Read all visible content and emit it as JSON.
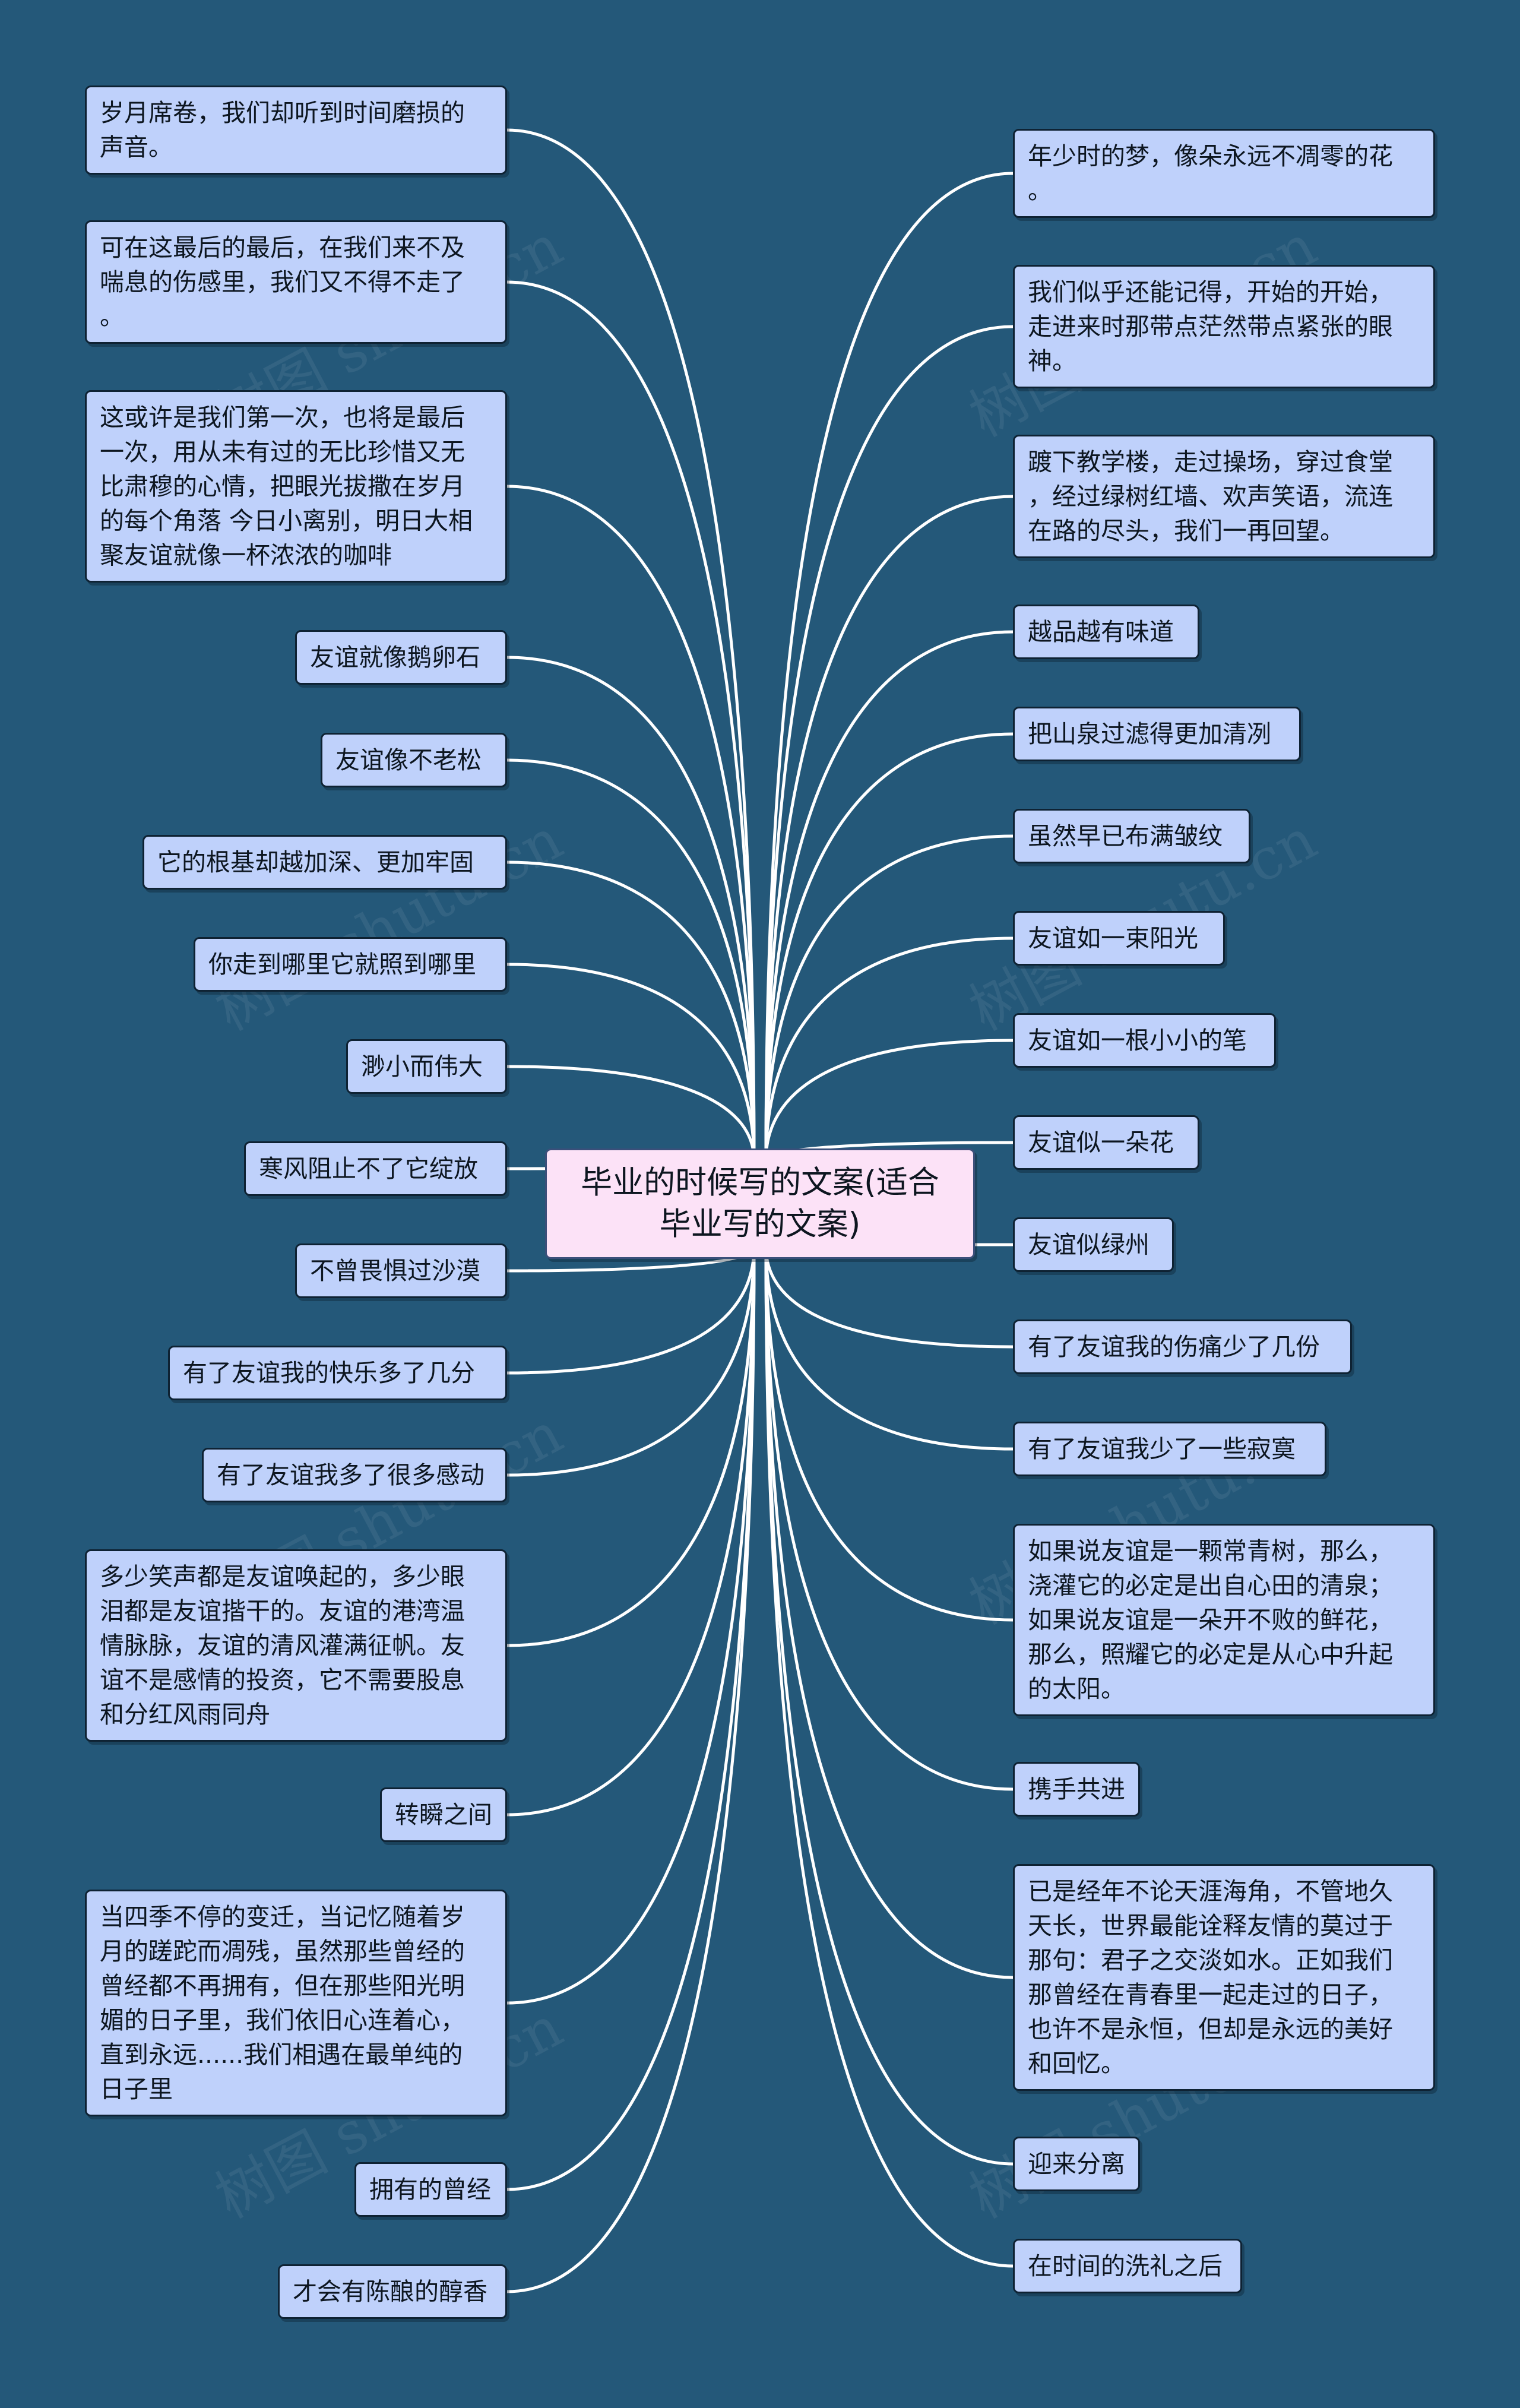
{
  "center": {
    "lines": [
      "毕业的时候写的文案(适合",
      "毕业写的文案)"
    ]
  },
  "left": [
    {
      "lines": [
        "岁月席卷，我们却听到时间磨损的",
        "声音。"
      ]
    },
    {
      "lines": [
        "可在这最后的最后，在我们来不及",
        "喘息的伤感里，我们又不得不走了",
        "。"
      ]
    },
    {
      "lines": [
        "这或许是我们第一次，也将是最后",
        "一次，用从未有过的无比珍惜又无",
        "比肃穆的心情，把眼光拔撒在岁月",
        "的每个角落 今日小离别，明日大相",
        "聚友谊就像一杯浓浓的咖啡"
      ]
    },
    {
      "lines": [
        "友谊就像鹅卵石"
      ]
    },
    {
      "lines": [
        "友谊像不老松"
      ]
    },
    {
      "lines": [
        "它的根基却越加深、更加牢固"
      ]
    },
    {
      "lines": [
        "你走到哪里它就照到哪里"
      ]
    },
    {
      "lines": [
        "渺小而伟大"
      ]
    },
    {
      "lines": [
        "寒风阻止不了它绽放"
      ]
    },
    {
      "lines": [
        "不曾畏惧过沙漠"
      ]
    },
    {
      "lines": [
        "有了友谊我的快乐多了几分"
      ]
    },
    {
      "lines": [
        "有了友谊我多了很多感动"
      ]
    },
    {
      "lines": [
        "多少笑声都是友谊唤起的，多少眼",
        "泪都是友谊揩干的。友谊的港湾温",
        "情脉脉，友谊的清风灌满征帆。友",
        "谊不是感情的投资，它不需要股息",
        "和分红风雨同舟"
      ]
    },
    {
      "lines": [
        "转瞬之间"
      ]
    },
    {
      "lines": [
        "当四季不停的变迁，当记忆随着岁",
        "月的蹉跎而凋残，虽然那些曾经的",
        "曾经都不再拥有，但在那些阳光明",
        "媚的日子里，我们依旧心连着心，",
        "直到永远......我们相遇在最单纯的",
        "日子里"
      ]
    },
    {
      "lines": [
        "拥有的曾经"
      ]
    },
    {
      "lines": [
        "才会有陈酿的醇香"
      ]
    }
  ],
  "right": [
    {
      "lines": [
        "年少时的梦，像朵永远不凋零的花",
        "。"
      ]
    },
    {
      "lines": [
        "我们似乎还能记得，开始的开始，",
        "走进来时那带点茫然带点紧张的眼",
        "神。"
      ]
    },
    {
      "lines": [
        "踱下教学楼，走过操场，穿过食堂",
        "，经过绿树红墙、欢声笑语，流连",
        "在路的尽头，我们一再回望。"
      ]
    },
    {
      "lines": [
        "越品越有味道"
      ]
    },
    {
      "lines": [
        "把山泉过滤得更加清冽"
      ]
    },
    {
      "lines": [
        "虽然早已布满皱纹"
      ]
    },
    {
      "lines": [
        "友谊如一束阳光"
      ]
    },
    {
      "lines": [
        "友谊如一根小小的笔"
      ]
    },
    {
      "lines": [
        "友谊似一朵花"
      ]
    },
    {
      "lines": [
        "友谊似绿州"
      ]
    },
    {
      "lines": [
        "有了友谊我的伤痛少了几份"
      ]
    },
    {
      "lines": [
        "有了友谊我少了一些寂寞"
      ]
    },
    {
      "lines": [
        "如果说友谊是一颗常青树，那么，",
        "浇灌它的必定是出自心田的清泉；",
        "如果说友谊是一朵开不败的鲜花，",
        "那么，照耀它的必定是从心中升起",
        "的太阳。"
      ]
    },
    {
      "lines": [
        "携手共进"
      ]
    },
    {
      "lines": [
        "已是经年不论天涯海角，不管地久",
        "天长，世界最能诠释友情的莫过于",
        "那句：君子之交淡如水。正如我们",
        "那曾经在青春里一起走过的日子，",
        "也许不是永恒，但却是永远的美好",
        "和回忆。"
      ]
    },
    {
      "lines": [
        "迎来分离"
      ]
    },
    {
      "lines": [
        "在时间的洗礼之后"
      ]
    }
  ],
  "watermark": "树图 shutu.cn",
  "colors": {
    "background": "#245879",
    "node": "#bfd1fb",
    "center": "#fce2f7",
    "edge": "#ffffff"
  }
}
